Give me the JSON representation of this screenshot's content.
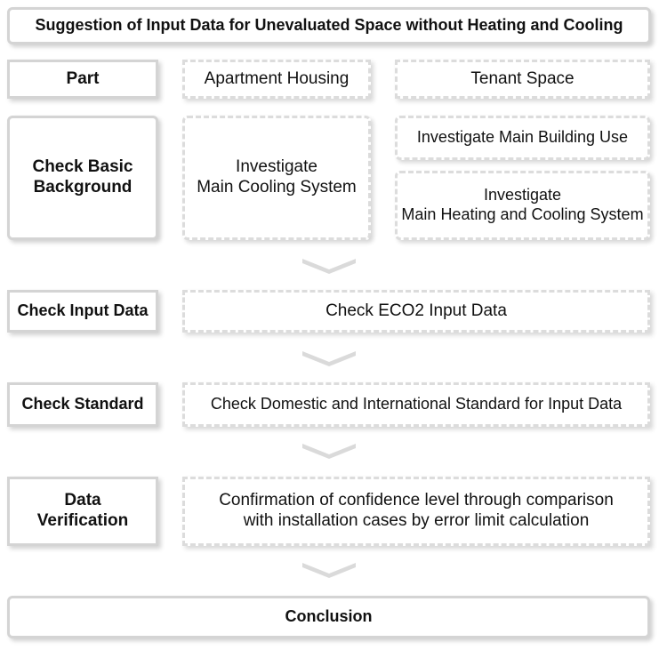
{
  "title": "Suggestion of Input Data for Unevaluated Space without Heating and Cooling",
  "rows": {
    "part": {
      "label": "Part",
      "apartment": "Apartment Housing",
      "tenant": "Tenant Space"
    },
    "background": {
      "label_line1": "Check Basic",
      "label_line2": "Background",
      "apartment_line1": "Investigate",
      "apartment_line2": "Main Cooling System",
      "tenant_use": "Investigate Main Building Use",
      "tenant_line1": "Investigate",
      "tenant_line2": "Main Heating and Cooling System"
    },
    "input": {
      "label": "Check Input Data",
      "content": "Check ECO2 Input Data"
    },
    "standard": {
      "label": "Check Standard",
      "content": "Check Domestic and International Standard for Input Data"
    },
    "verification": {
      "label_line1": "Data",
      "label_line2": "Verification",
      "content_line1": "Confirmation of confidence level through comparison",
      "content_line2": "with installation cases by error limit calculation"
    },
    "conclusion": {
      "label": "Conclusion"
    }
  }
}
